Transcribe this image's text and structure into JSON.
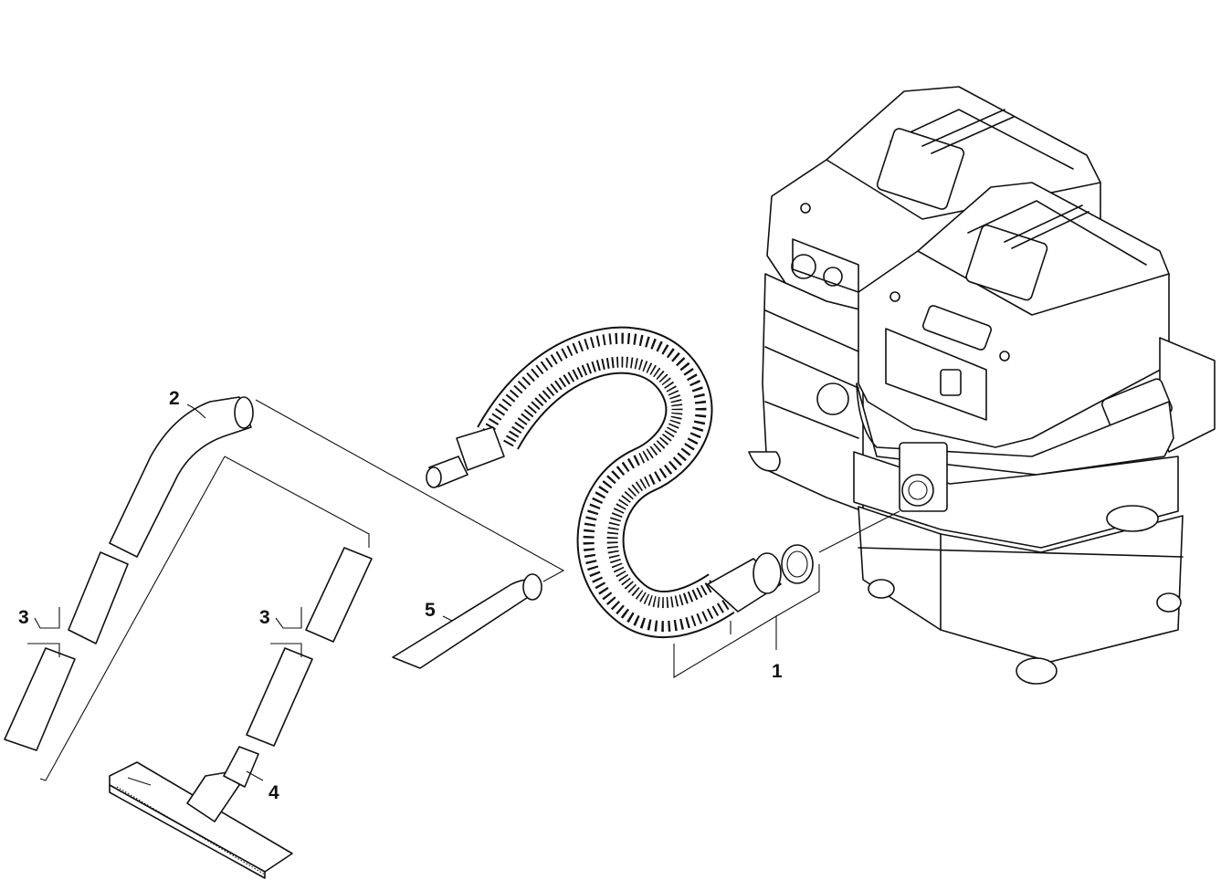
{
  "callouts": {
    "c1": "1",
    "c2": "2",
    "c3a": "3",
    "c3b": "3",
    "c4": "4",
    "c5": "5"
  },
  "colors": {
    "ink": "#111111",
    "paper": "#ffffff"
  }
}
